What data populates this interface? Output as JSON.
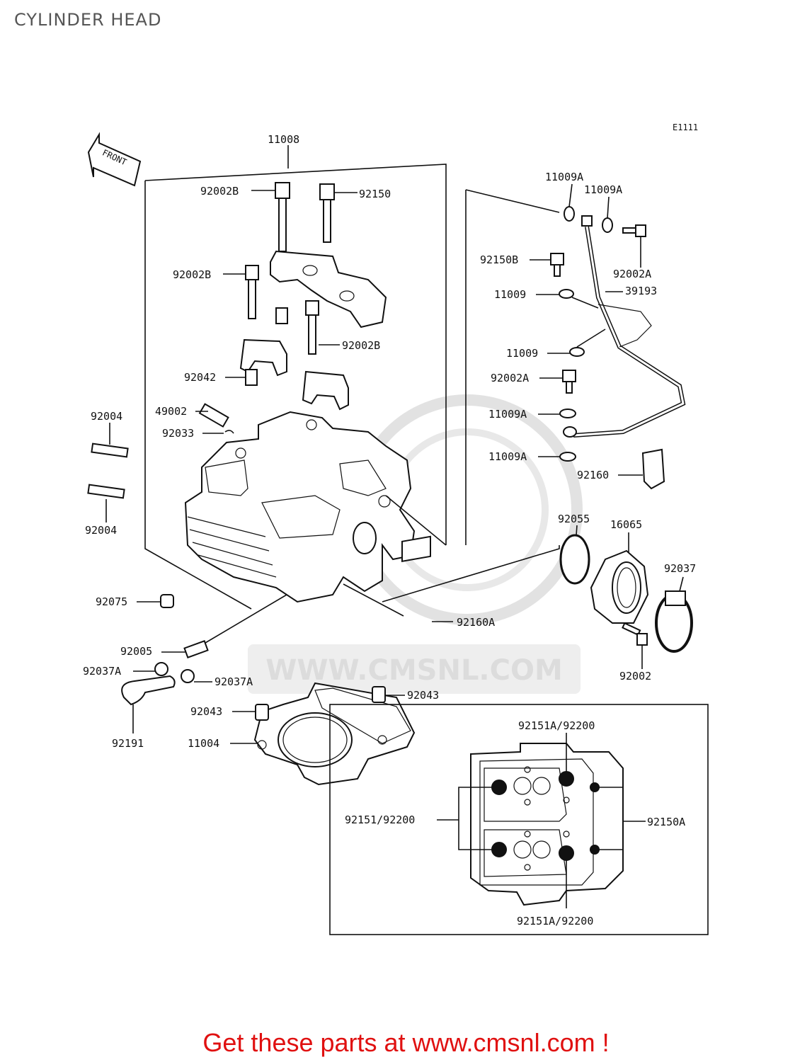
{
  "page_title": "CYLINDER HEAD",
  "diagram_code": "E1111",
  "front_marker": "FRONT",
  "watermark": "WWW.CMSNL.COM",
  "footer": "Get these parts at www.cmsnl.com !",
  "colors": {
    "footer_red": "#e01010",
    "title_gray": "#555555",
    "ink": "#111111",
    "watermark": "#dcdcdc"
  },
  "labels": {
    "p11008": "11008",
    "p92002B_1": "92002B",
    "p92150": "92150",
    "p92002B_2": "92002B",
    "p92002B_3": "92002B",
    "p92042": "92042",
    "p49002": "49002",
    "p92033": "92033",
    "p92004_1": "92004",
    "p92004_2": "92004",
    "p92075": "92075",
    "p92005": "92005",
    "p92037A_1": "92037A",
    "p92037A_2": "92037A",
    "p92191": "92191",
    "p92043_1": "92043",
    "p92043_2": "92043",
    "p11004": "11004",
    "p92160A": "92160A",
    "p11009A_1": "11009A",
    "p11009A_2": "11009A",
    "p92150B": "92150B",
    "p92002A_1": "92002A",
    "p11009_1": "11009",
    "p39193": "39193",
    "p11009_2": "11009",
    "p92002A_2": "92002A",
    "p11009A_3": "11009A",
    "p11009A_4": "11009A",
    "p92160": "92160",
    "p92055": "92055",
    "p16065": "16065",
    "p92037": "92037",
    "p92002": "92002",
    "p92151A_92200_top": "92151A/92200",
    "p92151_92200": "92151/92200",
    "p92150A": "92150A",
    "p92151A_92200_bottom": "92151A/92200"
  }
}
